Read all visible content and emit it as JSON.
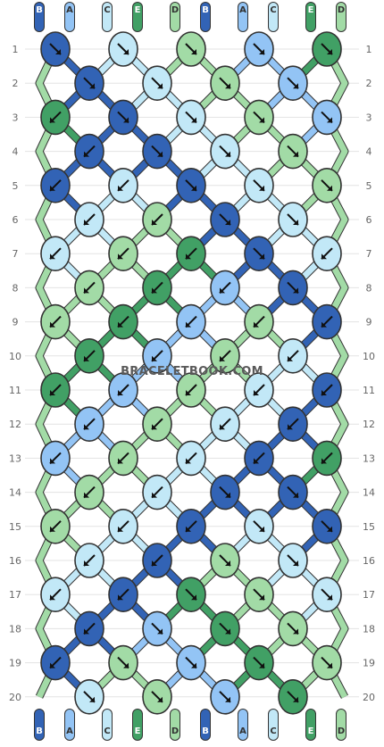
{
  "watermark": "BRACELETBOOK.COM",
  "colors": {
    "A": "#93c4f5",
    "B": "#3263b5",
    "C": "#c2e8f7",
    "D": "#a2dba6",
    "E": "#41a065"
  },
  "strands_top": [
    "B",
    "A",
    "C",
    "E",
    "D",
    "B",
    "A",
    "C",
    "E",
    "D"
  ],
  "strands_bottom": [
    "B",
    "A",
    "C",
    "E",
    "D",
    "B",
    "A",
    "C",
    "E",
    "D"
  ],
  "row_labels": [
    "1",
    "2",
    "3",
    "4",
    "5",
    "6",
    "7",
    "8",
    "9",
    "10",
    "11",
    "12",
    "13",
    "14",
    "15",
    "16",
    "17",
    "18",
    "19",
    "20"
  ],
  "knots": [
    [
      {
        "c": "B",
        "d": "R"
      },
      {
        "c": "C",
        "d": "R"
      },
      {
        "c": "D",
        "d": "R"
      },
      {
        "c": "A",
        "d": "R"
      },
      {
        "c": "E",
        "d": "R"
      }
    ],
    [
      {
        "c": "B",
        "d": "R"
      },
      {
        "c": "C",
        "d": "R"
      },
      {
        "c": "D",
        "d": "R"
      },
      {
        "c": "A",
        "d": "R"
      }
    ],
    [
      {
        "c": "E",
        "d": "L"
      },
      {
        "c": "B",
        "d": "R"
      },
      {
        "c": "C",
        "d": "R"
      },
      {
        "c": "D",
        "d": "R"
      },
      {
        "c": "A",
        "d": "R"
      }
    ],
    [
      {
        "c": "B",
        "d": "L"
      },
      {
        "c": "B",
        "d": "R"
      },
      {
        "c": "C",
        "d": "R"
      },
      {
        "c": "D",
        "d": "R"
      }
    ],
    [
      {
        "c": "B",
        "d": "L"
      },
      {
        "c": "C",
        "d": "L"
      },
      {
        "c": "B",
        "d": "R"
      },
      {
        "c": "C",
        "d": "R"
      },
      {
        "c": "D",
        "d": "R"
      }
    ],
    [
      {
        "c": "C",
        "d": "L"
      },
      {
        "c": "D",
        "d": "L"
      },
      {
        "c": "B",
        "d": "R"
      },
      {
        "c": "C",
        "d": "R"
      }
    ],
    [
      {
        "c": "C",
        "d": "L"
      },
      {
        "c": "D",
        "d": "L"
      },
      {
        "c": "E",
        "d": "L"
      },
      {
        "c": "B",
        "d": "R"
      },
      {
        "c": "C",
        "d": "L"
      }
    ],
    [
      {
        "c": "D",
        "d": "L"
      },
      {
        "c": "E",
        "d": "L"
      },
      {
        "c": "A",
        "d": "L"
      },
      {
        "c": "B",
        "d": "R"
      }
    ],
    [
      {
        "c": "D",
        "d": "L"
      },
      {
        "c": "E",
        "d": "L"
      },
      {
        "c": "A",
        "d": "L"
      },
      {
        "c": "D",
        "d": "L"
      },
      {
        "c": "B",
        "d": "L"
      }
    ],
    [
      {
        "c": "E",
        "d": "L"
      },
      {
        "c": "A",
        "d": "L"
      },
      {
        "c": "D",
        "d": "L"
      },
      {
        "c": "C",
        "d": "L"
      }
    ],
    [
      {
        "c": "E",
        "d": "L"
      },
      {
        "c": "A",
        "d": "L"
      },
      {
        "c": "D",
        "d": "L"
      },
      {
        "c": "C",
        "d": "L"
      },
      {
        "c": "B",
        "d": "L"
      }
    ],
    [
      {
        "c": "A",
        "d": "L"
      },
      {
        "c": "D",
        "d": "L"
      },
      {
        "c": "C",
        "d": "L"
      },
      {
        "c": "B",
        "d": "L"
      }
    ],
    [
      {
        "c": "A",
        "d": "L"
      },
      {
        "c": "D",
        "d": "L"
      },
      {
        "c": "C",
        "d": "L"
      },
      {
        "c": "B",
        "d": "L"
      },
      {
        "c": "E",
        "d": "L"
      }
    ],
    [
      {
        "c": "D",
        "d": "L"
      },
      {
        "c": "C",
        "d": "L"
      },
      {
        "c": "B",
        "d": "R"
      },
      {
        "c": "B",
        "d": "R"
      }
    ],
    [
      {
        "c": "D",
        "d": "L"
      },
      {
        "c": "C",
        "d": "L"
      },
      {
        "c": "B",
        "d": "L"
      },
      {
        "c": "C",
        "d": "R"
      },
      {
        "c": "B",
        "d": "R"
      }
    ],
    [
      {
        "c": "C",
        "d": "L"
      },
      {
        "c": "B",
        "d": "L"
      },
      {
        "c": "D",
        "d": "R"
      },
      {
        "c": "C",
        "d": "R"
      }
    ],
    [
      {
        "c": "C",
        "d": "L"
      },
      {
        "c": "B",
        "d": "L"
      },
      {
        "c": "E",
        "d": "R"
      },
      {
        "c": "D",
        "d": "R"
      },
      {
        "c": "C",
        "d": "R"
      }
    ],
    [
      {
        "c": "B",
        "d": "L"
      },
      {
        "c": "A",
        "d": "R"
      },
      {
        "c": "E",
        "d": "R"
      },
      {
        "c": "D",
        "d": "R"
      }
    ],
    [
      {
        "c": "B",
        "d": "L"
      },
      {
        "c": "D",
        "d": "R"
      },
      {
        "c": "A",
        "d": "R"
      },
      {
        "c": "E",
        "d": "R"
      },
      {
        "c": "D",
        "d": "R"
      }
    ],
    [
      {
        "c": "C",
        "d": "R"
      },
      {
        "c": "D",
        "d": "R"
      },
      {
        "c": "A",
        "d": "R"
      },
      {
        "c": "E",
        "d": "R"
      }
    ]
  ]
}
